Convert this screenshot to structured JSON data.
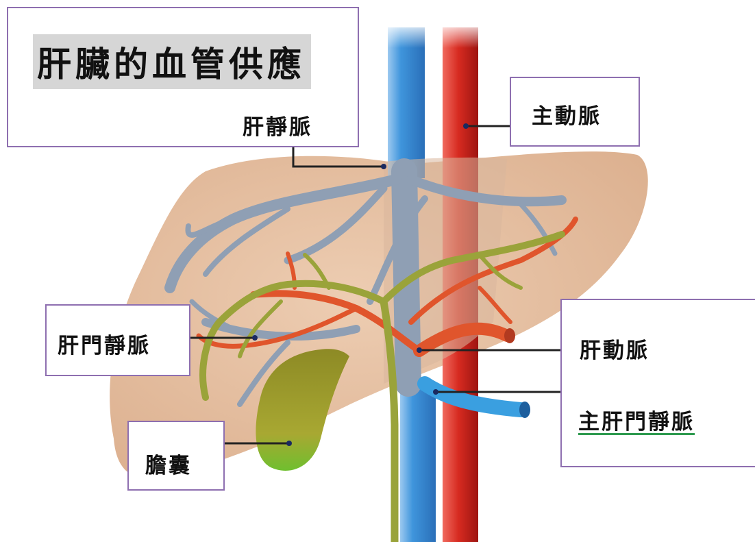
{
  "title": "肝臟的血管供應",
  "labels": {
    "hepatic_vein": "肝靜脈",
    "aorta": "主動脈",
    "portal_vein": "肝門靜脈",
    "hepatic_artery": "肝動脈",
    "main_portal_vein": "主肝門靜脈",
    "gallbladder": "膽囊"
  },
  "colors": {
    "liver": "#e6c2a4",
    "vena_cava": "#3a8fd6",
    "aorta": "#d62a20",
    "hepatic_veins": "#8f9fb4",
    "hepatic_arteries": "#e0552c",
    "bile_ducts": "#9aa33a",
    "gallbladder": "#a7a22c",
    "frame": "#8e6fb0"
  }
}
